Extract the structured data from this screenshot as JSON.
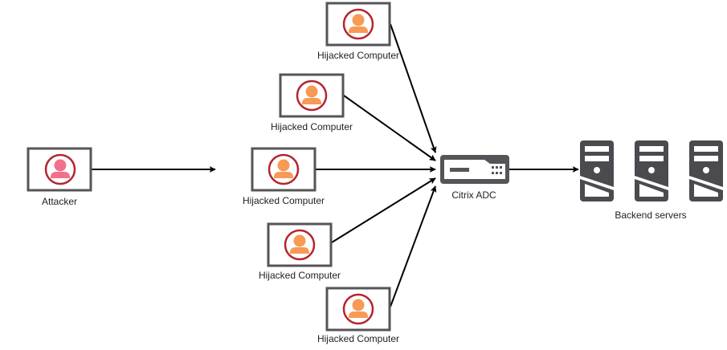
{
  "diagram": {
    "attacker": {
      "label": "Attacker",
      "icon": "user-icon",
      "color": "#f2708a"
    },
    "hijacked": [
      {
        "label": "Hijacked Computer",
        "icon": "user-icon"
      },
      {
        "label": "Hijacked Computer",
        "icon": "user-icon"
      },
      {
        "label": "Hijacked Computer",
        "icon": "user-icon"
      },
      {
        "label": "Hijacked Computer",
        "icon": "user-icon"
      },
      {
        "label": "Hijacked Computer",
        "icon": "user-icon"
      }
    ],
    "hijacked_color": "#f79a55",
    "ring_color": "#b5242e",
    "frame_color": "#555555",
    "adc": {
      "label": "Citrix ADC",
      "icon": "appliance-icon",
      "color": "#555559"
    },
    "servers": {
      "label": "Backend servers",
      "icon": "server-icon",
      "count": 3,
      "color": "#4a4a4f"
    }
  }
}
